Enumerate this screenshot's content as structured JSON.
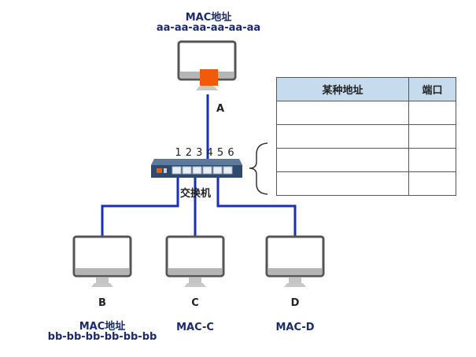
{
  "host_a": {
    "label": "A",
    "mac_title": "MAC地址",
    "mac_value": "aa-aa-aa-aa-aa-aa"
  },
  "host_b": {
    "label": "B",
    "mac_title": "MAC地址",
    "mac_value": "bb-bb-bb-bb-bb-bb"
  },
  "host_c": {
    "label": "C",
    "mac_value": "MAC-C"
  },
  "host_d": {
    "label": "D",
    "mac_value": "MAC-D"
  },
  "switch": {
    "label": "交换机",
    "ports": [
      "1",
      "2",
      "3",
      "4",
      "5",
      "6"
    ]
  },
  "table": {
    "headers": [
      "某种地址",
      "端口"
    ],
    "rows": [
      [
        "",
        ""
      ],
      [
        "",
        ""
      ],
      [
        "",
        ""
      ],
      [
        "",
        ""
      ]
    ]
  },
  "colors": {
    "link": "#1a2fb8",
    "accent": "#f05a0a",
    "switch_body": "#2f4a6b",
    "table_header": "#c6dcee"
  }
}
